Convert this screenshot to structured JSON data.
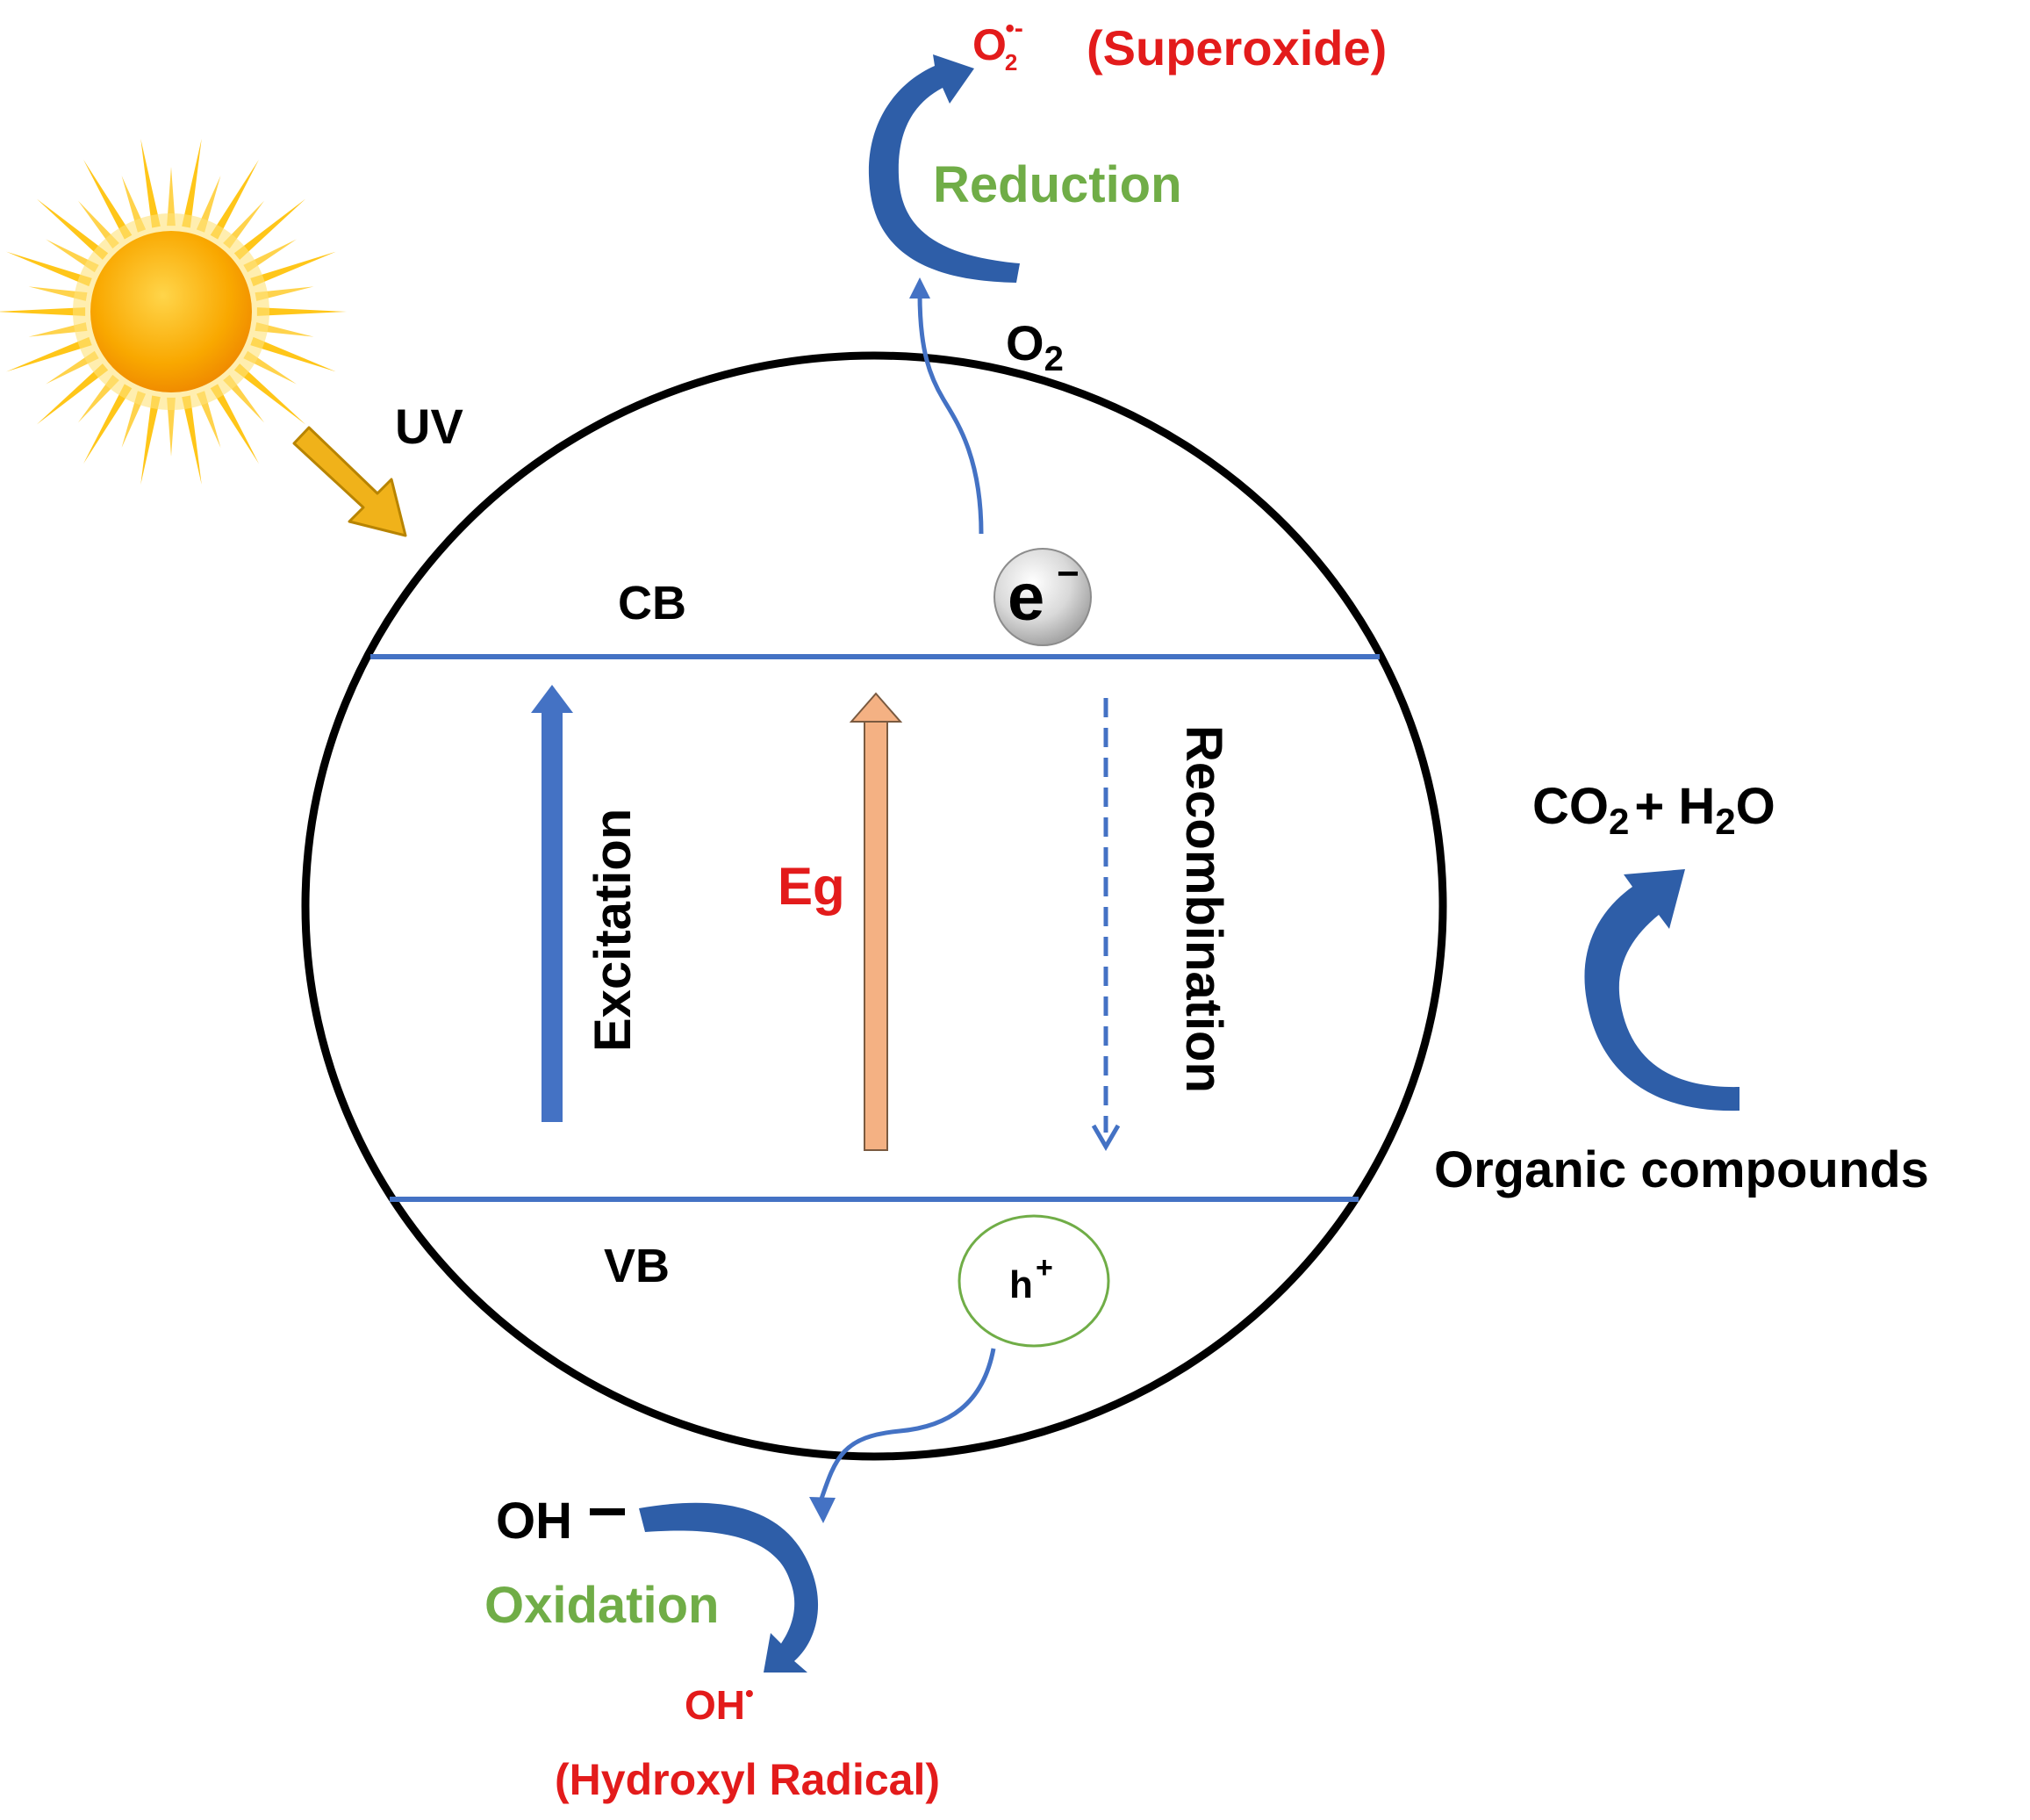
{
  "labels": {
    "uv": "UV",
    "cb": "CB",
    "vb": "VB",
    "electron": "e",
    "electron_sign": "−",
    "hole": "h",
    "hole_sign": "+",
    "excitation": "Excitation",
    "eg": "Eg",
    "recombination": "Recombination",
    "o2_base": "O",
    "o2_sub": "2",
    "reduction": "Reduction",
    "superoxide_base": "O",
    "superoxide_sub": "2",
    "superoxide_sup": "•-",
    "superoxide_name": "(Superoxide)",
    "oh_minus": "OH",
    "oxidation": "Oxidation",
    "hydroxyl_base": "OH",
    "hydroxyl_sup": "•",
    "hydroxyl_name": "(Hydroxyl Radical)",
    "co2_base": "CO",
    "co2_sub": "2",
    "plus": "+ H",
    "h2o_sub": "2",
    "h2o_end": "O",
    "organic": "Organic compounds"
  },
  "colors": {
    "band_line": "#4472c4",
    "curved_arrow": "#2e5ea8",
    "red_text": "#e31b1b",
    "green_text": "#70ad47",
    "sun_core": "#f9a200",
    "sun_ray": "#ffc000",
    "uv_arrow": "#f0b21a",
    "eg_arrow": "#f4b183",
    "hole_circle": "#70ad47"
  }
}
